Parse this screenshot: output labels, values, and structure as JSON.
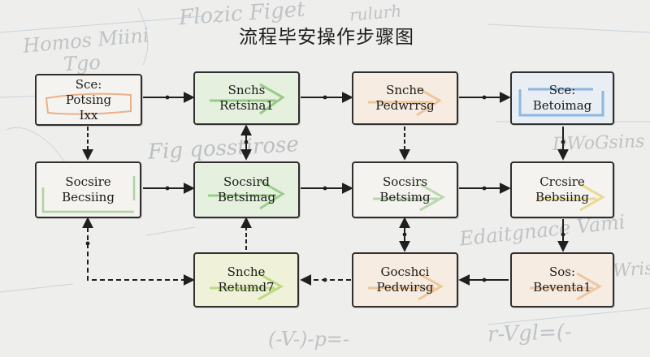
{
  "title": "流程毕安操作步骤图",
  "background_text": [
    "Homos Miini",
    "Tgo",
    "Flozic Figet",
    "rulurh",
    "Fig qosstirose",
    "DWoGsins",
    "Edaitgnace Vami",
    "Wrist",
    "(-V-)-p=-",
    "r-Vgl=(-"
  ],
  "nodes": [
    {
      "line1": "Sce:",
      "line2": "Potsing",
      "line3": "Ixx"
    },
    {
      "line1": "Snchs",
      "line2": "Retsina1"
    },
    {
      "line1": "Snche",
      "line2": "Pedwrrsg"
    },
    {
      "line1": "Sce:",
      "line2": "Betoimag"
    },
    {
      "line1": "Socsire",
      "line2": "Becsiing"
    },
    {
      "line1": "Socsird",
      "line2": "Betsimag"
    },
    {
      "line1": "Socsirs",
      "line2": "Betsimg"
    },
    {
      "line1": "Crcsire",
      "line2": "Bebsiing"
    },
    {
      "line1": "Snche",
      "line2": "Retumd7"
    },
    {
      "line1": "Gocshci",
      "line2": "Pedwirsg"
    },
    {
      "line1": "Sos:",
      "line2": "Beventa1"
    }
  ]
}
